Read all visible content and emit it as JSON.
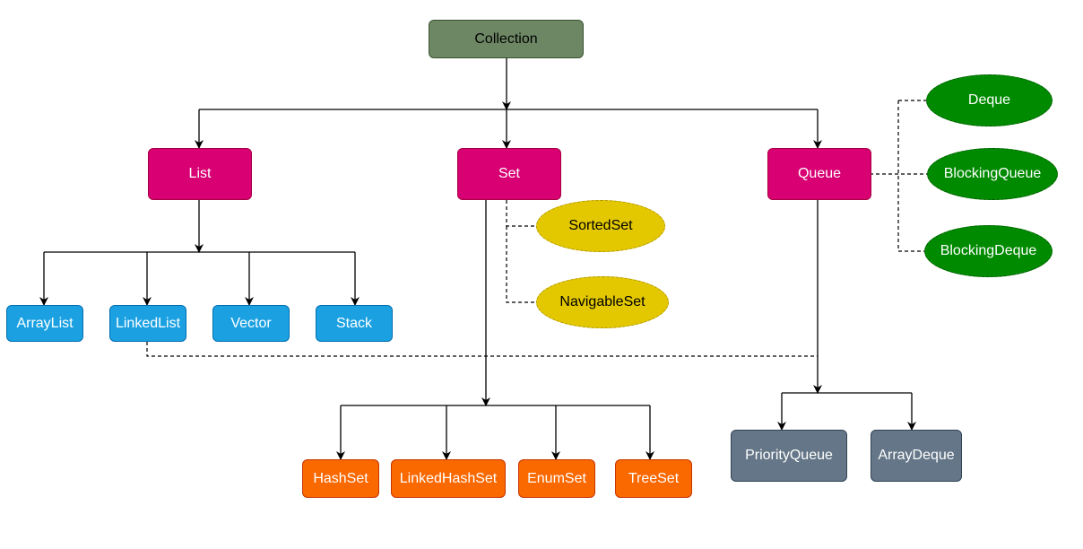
{
  "diagram": {
    "root": {
      "label": "Collection",
      "color": "#6d8764"
    },
    "interfaces": {
      "list": "List",
      "set": "Set",
      "queue": "Queue",
      "color": "#d80073"
    },
    "list_impls": [
      "ArrayList",
      "LinkedList",
      "Vector",
      "Stack"
    ],
    "set_impls": [
      "HashSet",
      "LinkedHashSet",
      "EnumSet",
      "TreeSet"
    ],
    "queue_impls": [
      "PriorityQueue",
      "ArrayDeque"
    ],
    "set_subinterfaces": [
      "SortedSet",
      "NavigableSet"
    ],
    "queue_subinterfaces": [
      "Deque",
      "BlockingQueue",
      "BlockingDeque"
    ],
    "colors": {
      "list_impl": "#1ba1e2",
      "set_impl": "#fa6800",
      "queue_impl": "#647687",
      "set_sub": "#e3c800",
      "queue_sub": "#008a00"
    }
  }
}
